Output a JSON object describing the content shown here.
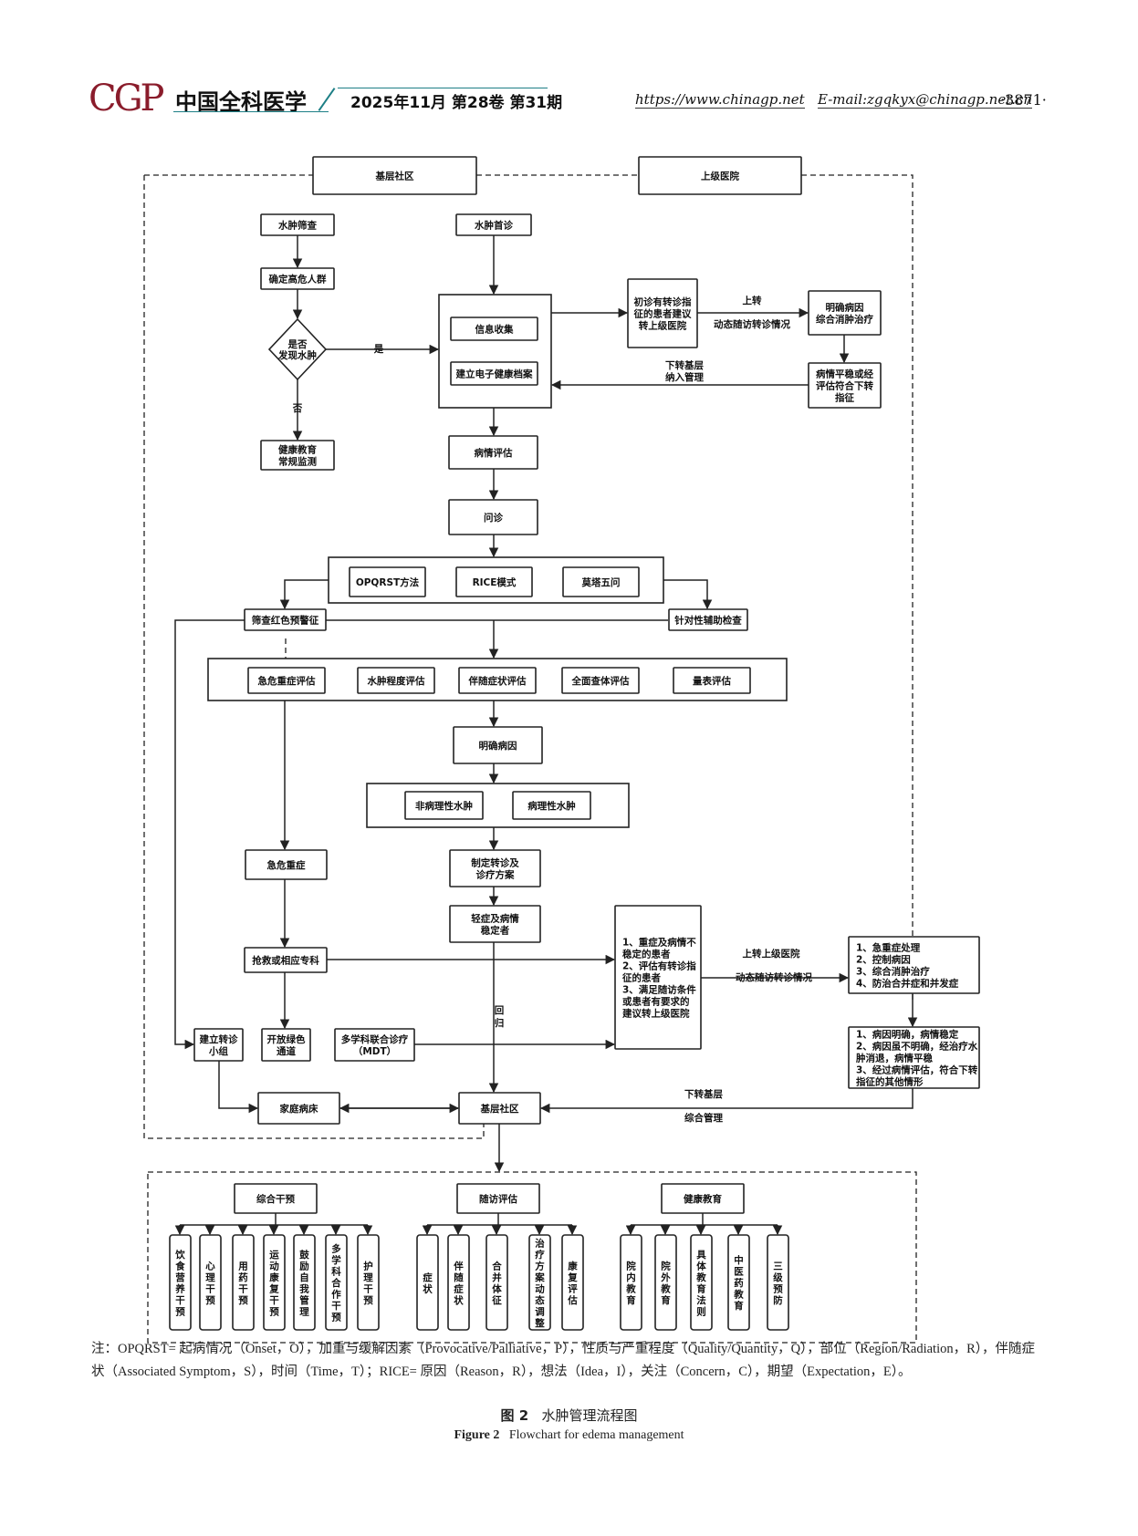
{
  "header": {
    "logo_text": "CGP",
    "journal": "中国全科医学",
    "issue": "2025年11月 第28卷 第31期",
    "website": "https://www.chinagp.net",
    "email": "E-mail:zgqkyx@chinagp.net.cn",
    "page": "·3871·"
  },
  "flow": {
    "n_jicheng": "基层社区",
    "n_shangji": "上级医院",
    "n_shaicha": "水肿筛查",
    "n_gaowei": "确定高危人群",
    "n_shifou": "是否|发现水肿",
    "n_jiankang": "健康教育|常规监测",
    "n_shouzhen": "水肿首诊",
    "n_xinxi": "信息收集",
    "n_dangan": "建立电子健康档案",
    "n_chuzhen": "初诊有转诊指|征的患者建议|转上级医院",
    "n_mingque1": "明确病因|综合消肿治疗",
    "n_pingwen": "病情平稳或经|评估符合下转|指征",
    "n_bingqing": "病情评估",
    "n_wenzhen": "问诊",
    "n_opqrst": "OPQRST方法",
    "n_rice": "RICE模式",
    "n_mota": "莫塔五问",
    "n_hongse": "筛查红色预警征",
    "n_zhendui": "针对性辅助检查",
    "n_jiwei": "急危重症评估",
    "n_chengdu": "水肿程度评估",
    "n_bansui": "伴随症状评估",
    "n_quanmian": "全面查体评估",
    "n_liangbiao": "量表评估",
    "n_mingque2": "明确病因",
    "n_feibing": "非病理性水肿",
    "n_bingli": "病理性水肿",
    "n_jiwei2": "急危重症",
    "n_zhiding": "制定转诊及|诊疗方案",
    "n_qingzheng": "轻症及病情|稳定者",
    "n_qiangjiu": "抢救或相应专科",
    "n_zhongzheng": "1、重症及病情不|稳定的患者|2、评估有转诊指|征的患者|3、满足随访条件|或患者有要求的|建议转上级医院",
    "n_chuli": "1、急重症处理|2、控制病因|3、综合消肿治疗|4、防治合并症和并发症",
    "n_xiazhuan": "1、病因明确，病情稳定|2、病因虽不明确，经治疗水|肿消退，病情平稳|3、经过病情评估，符合下转|指征的其他情形",
    "n_xiaozu": "建立转诊|小组",
    "n_lvse": "开放绿色|通道",
    "n_mdt": "多学科联合诊疗|（MDT）",
    "n_jiating": "家庭病床",
    "n_jicheng2": "基层社区",
    "n_zonghe": "综合干预",
    "n_suifang": "随访评估",
    "n_jiaoyu": "健康教育",
    "vert_boxes": [
      "饮食营养干预",
      "心理干预",
      "用药干预",
      "运动康复干预",
      "鼓励自我管理",
      "多学科合作干预",
      "护理干预",
      "症状",
      "伴随症状",
      "合并体征",
      "治疗方案动态调整",
      "康复评估",
      "院内教育",
      "院外教育",
      "具体教育法则",
      "中医药教育",
      "三级预防"
    ],
    "e_shi": "是",
    "e_fou": "否",
    "e_shangzhuan": "上转",
    "e_dongtai1": "动态随访转诊情况",
    "e_xiazhuan_jiceng": "下转基层",
    "e_nayu": "纳入管理",
    "e_shangzhuan2": "上转上级医院",
    "e_dongtai2": "动态随访转诊情况",
    "e_huigui": "回|归",
    "e_xiazhuan2": "下转基层",
    "e_zonghe": "综合管理"
  },
  "note": "注：OPQRST= 起病情况（Onset，O），加重与缓解因素（Provocative/Palliative，P），性质与严重程度（Quality/Quantity，Q），部位（Region/Radiation，R），伴随症状（Associated Symptom，S），时间（Time，T）；RICE= 原因（Reason，R），想法（Idea，I），关注（Concern，C），期望（Expectation，E）。",
  "caption": {
    "cn_num": "图 2",
    "cn_title": "水肿管理流程图",
    "en_num": "Figure 2",
    "en_title": "Flowchart for edema management"
  }
}
